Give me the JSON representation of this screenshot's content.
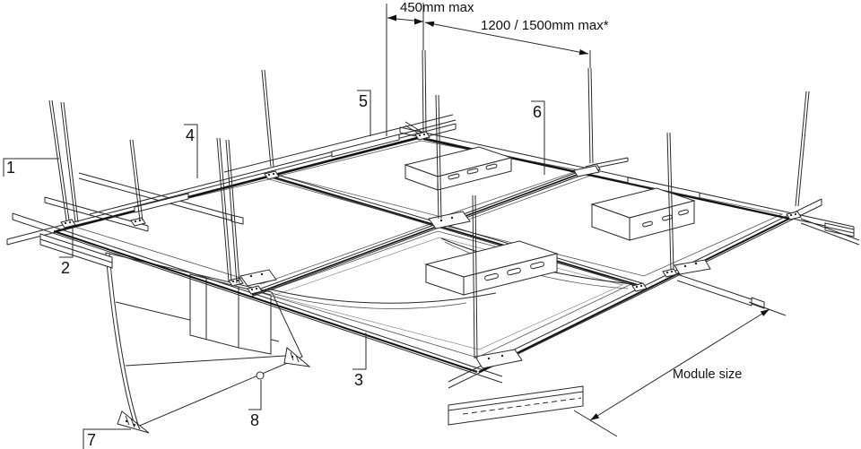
{
  "annotations": {
    "dim_450": "450mm max",
    "dim_1200": "1200 / 1500mm max*",
    "dim_module": "Module size"
  },
  "callouts": [
    "1",
    "2",
    "3",
    "4",
    "5",
    "6",
    "7",
    "8"
  ],
  "colors": {
    "line": "#2a2a2a",
    "background": "#ffffff"
  }
}
